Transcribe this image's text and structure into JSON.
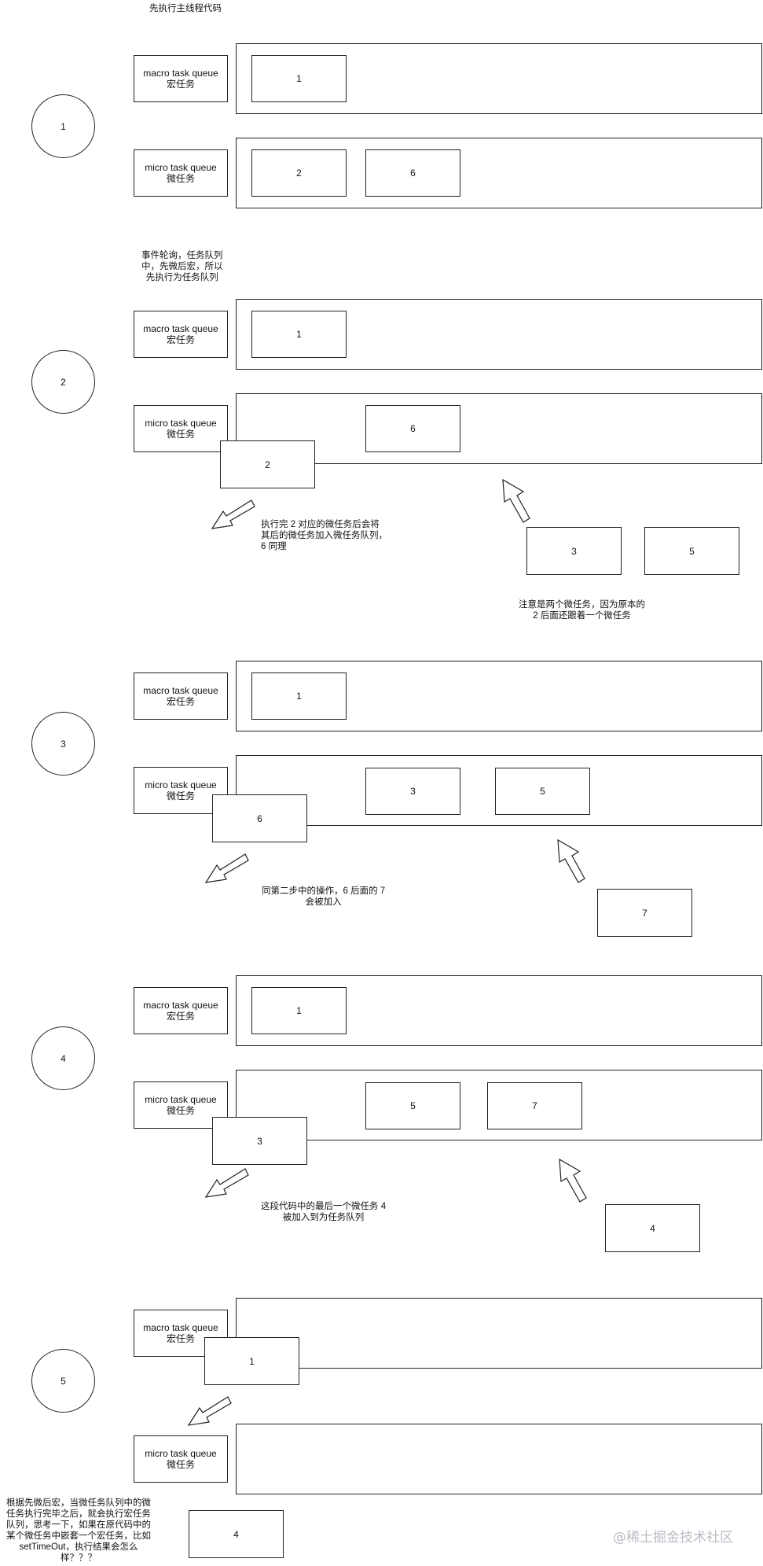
{
  "queue_labels": {
    "macro_line1": "macro task queue",
    "macro_line2": "宏任务",
    "micro_line1": "micro task queue",
    "micro_line2": "微任务"
  },
  "steps": [
    {
      "circle": "1",
      "note_top": "先执行主线程代码",
      "macro_tasks": [
        "1"
      ],
      "micro_tasks": [
        "2",
        "6"
      ]
    },
    {
      "circle": "2",
      "note_top_lines": [
        "事件轮询，任务队列",
        "中，先微后宏，所以",
        "先执行为任务队列"
      ],
      "macro_tasks": [
        "1"
      ],
      "micro_tasks": [
        "6"
      ],
      "leaving_task": "2",
      "incoming_tasks": [
        "3",
        "5"
      ],
      "note_exec_lines": [
        "执行完 2 对应的微任务后会将",
        "其后的微任务加入微任务队列，",
        "6 同理"
      ],
      "note_incoming_lines": [
        "注意是两个微任务，因为原本的",
        "2 后面还跟着一个微任务"
      ]
    },
    {
      "circle": "3",
      "macro_tasks": [
        "1"
      ],
      "micro_tasks": [
        "3",
        "5"
      ],
      "leaving_task": "6",
      "incoming_tasks": [
        "7"
      ],
      "note_exec_lines": [
        "同第二步中的操作，6 后面的 7",
        "会被加入"
      ]
    },
    {
      "circle": "4",
      "macro_tasks": [
        "1"
      ],
      "micro_tasks": [
        "5",
        "7"
      ],
      "leaving_task": "3",
      "incoming_tasks": [
        "4"
      ],
      "note_exec_lines": [
        "这段代码中的最后一个微任务 4",
        "被加入到为任务队列"
      ]
    },
    {
      "circle": "5",
      "leaving_task": "1",
      "pending_task": "4",
      "note_final_lines": [
        "根据先微后宏，当微任务队列中的微",
        "任务执行完毕之后，就会执行宏任务",
        "队列，思考一下，如果在原代码中的",
        "某个微任务中嵌套一个宏任务，比如",
        "setTimeOut，执行结果会怎么",
        "样？？？"
      ]
    }
  ],
  "watermark": "@稀土掘金技术社区"
}
